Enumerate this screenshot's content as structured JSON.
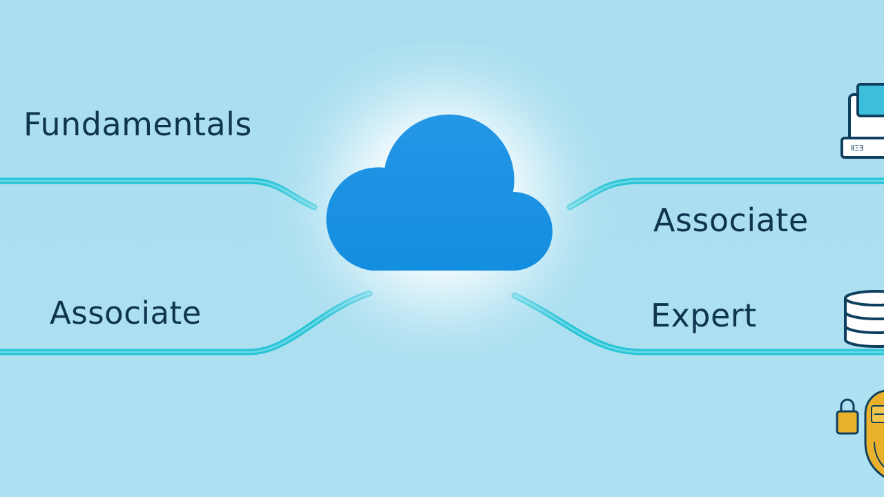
{
  "labels": {
    "fundamentals": "Fundamentals",
    "associate_left": "Associate",
    "associate_right": "Associate",
    "expert": "Expert"
  },
  "icons": {
    "center": "cloud-icon",
    "top_right": "laptop-icon",
    "mid_right": "database-icon",
    "bottom_right": "padlock-security-icon"
  },
  "icon_text": {
    "laptop_keys": "ⅡΞ∃"
  },
  "colors": {
    "background": "#abdff0",
    "line_cyan": "#27c3d6",
    "cloud_blue": "#1d92e3",
    "text_navy": "#0e3450",
    "icon_outline": "#0f3f5e",
    "icon_screen": "#3cbfdc",
    "lock_gold": "#e9b02c"
  }
}
